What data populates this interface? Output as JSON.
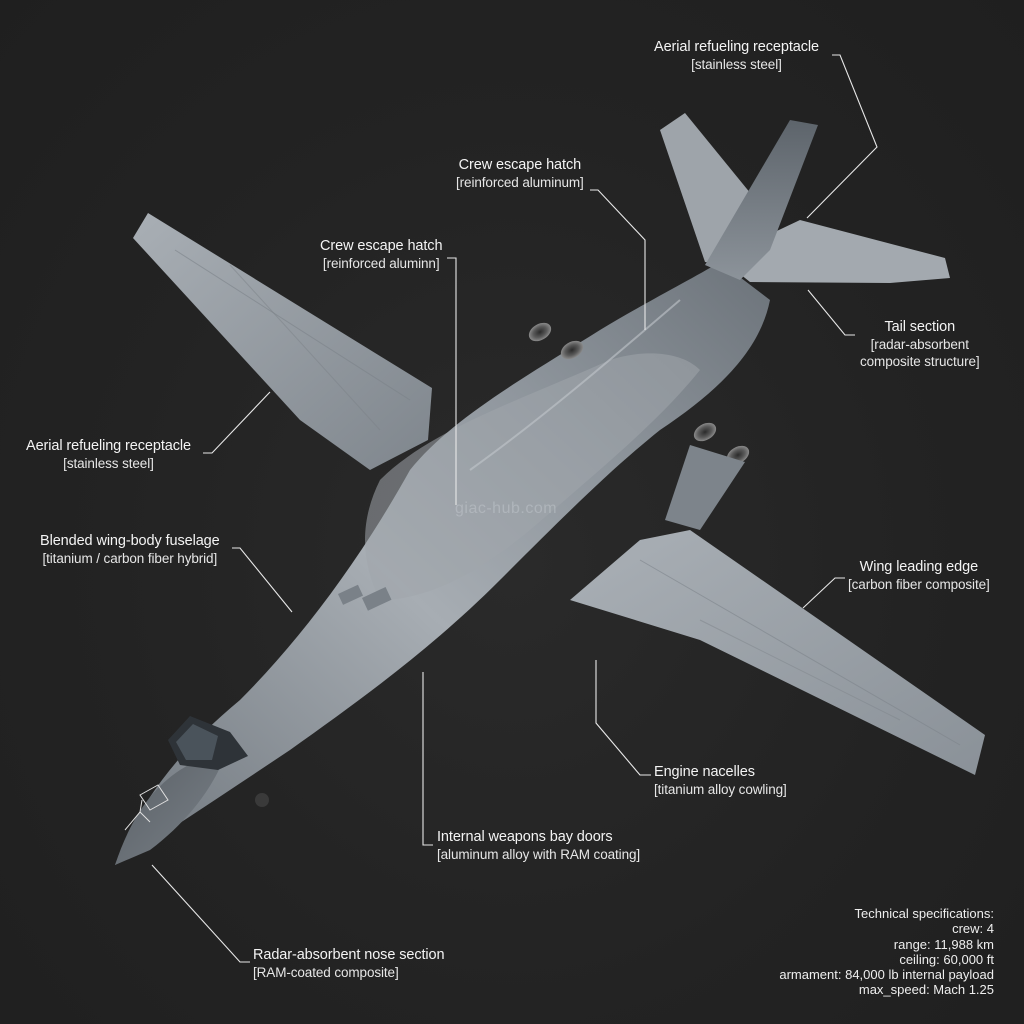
{
  "diagram": {
    "subject": "swing-wing strategic bomber, top-down 3/4 view",
    "background_color": "#232323",
    "aircraft_color": "#9aa1a8",
    "leader_line_color": "#e8e8e8",
    "watermark": "giac-hub.com"
  },
  "callouts": [
    {
      "id": "aerial-refueling-top",
      "title": "Aerial refueling receptacle",
      "material": "[stainless steel]"
    },
    {
      "id": "crew-hatch-right",
      "title": "Crew escape hatch",
      "material": "[reinforced aluminum]"
    },
    {
      "id": "crew-hatch-left",
      "title": "Crew escape hatch",
      "material": "[reinforced aluminn]"
    },
    {
      "id": "tail-section",
      "title": "Tail section",
      "material": "[radar-absorbent",
      "material2": "composite structure]"
    },
    {
      "id": "aerial-refueling-left",
      "title": "Aerial refueling receptacle",
      "material": "[stainless steel]"
    },
    {
      "id": "fuselage",
      "title": "Blended wing-body fuselage",
      "material": "[titanium / carbon fiber hybrid]"
    },
    {
      "id": "wing-leading-edge",
      "title": "Wing leading edge",
      "material": "[carbon fiber composite]"
    },
    {
      "id": "engine-nacelles",
      "title": "Engine nacelles",
      "material": "[titanium alloy cowling]"
    },
    {
      "id": "weapons-bay",
      "title": "Internal weapons bay doors",
      "material": "[aluminum alloy with RAM coating]"
    },
    {
      "id": "nose-section",
      "title": "Radar-absorbent nose section",
      "material": "[RAM-coated composite]"
    }
  ],
  "specs": {
    "heading": "Technical specifications:",
    "lines": [
      "crew: 4",
      "range: 11,988 km",
      "ceiling: 60,000 ft",
      "armament: 84,000 lb internal payload",
      "max_speed: Mach 1.25"
    ]
  }
}
